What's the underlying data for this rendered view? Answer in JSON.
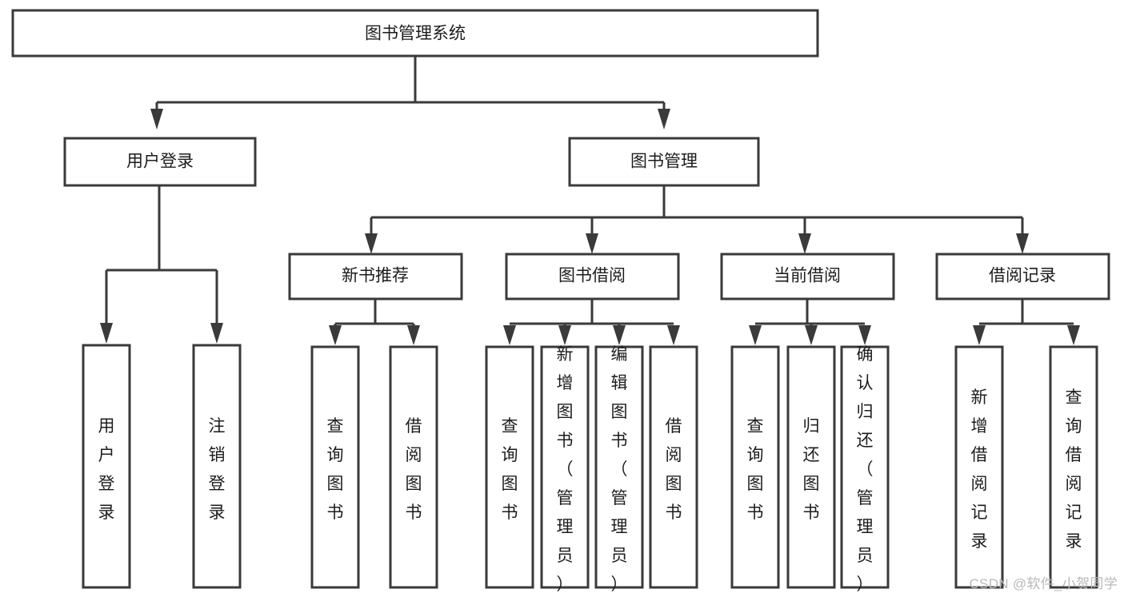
{
  "diagram": {
    "type": "tree-hierarchy",
    "title": "图书管理系统",
    "theme": {
      "background": "#ffffff",
      "box_fill": "#ffffff",
      "box_stroke": "#3a3a3a",
      "connector": "#3a3a3a",
      "text": "#1c1c1c",
      "watermark": "#b9b9b9"
    },
    "root": {
      "label": "图书管理系统"
    },
    "level2": [
      {
        "label": "用户登录"
      },
      {
        "label": "图书管理"
      }
    ],
    "level3": [
      {
        "label": "新书推荐"
      },
      {
        "label": "图书借阅"
      },
      {
        "label": "当前借阅"
      },
      {
        "label": "借阅记录"
      }
    ],
    "leaves": {
      "user_login": [
        {
          "label": "用户登录"
        },
        {
          "label": "注销登录"
        }
      ],
      "new_book_recommend": [
        {
          "label": "查询图书"
        },
        {
          "label": "借阅图书"
        }
      ],
      "book_borrow": [
        {
          "label": "查询图书"
        },
        {
          "label": "新增图书（管理员）"
        },
        {
          "label": "编辑图书（管理员）"
        },
        {
          "label": "借阅图书"
        }
      ],
      "current_borrow": [
        {
          "label": "查询图书"
        },
        {
          "label": "归还图书"
        },
        {
          "label": "确认归还（管理员）"
        }
      ],
      "borrow_record": [
        {
          "label": "新增借阅记录"
        },
        {
          "label": "查询借阅记录"
        }
      ]
    }
  },
  "watermark": {
    "text": "CSDN @软件_小贺同学"
  }
}
